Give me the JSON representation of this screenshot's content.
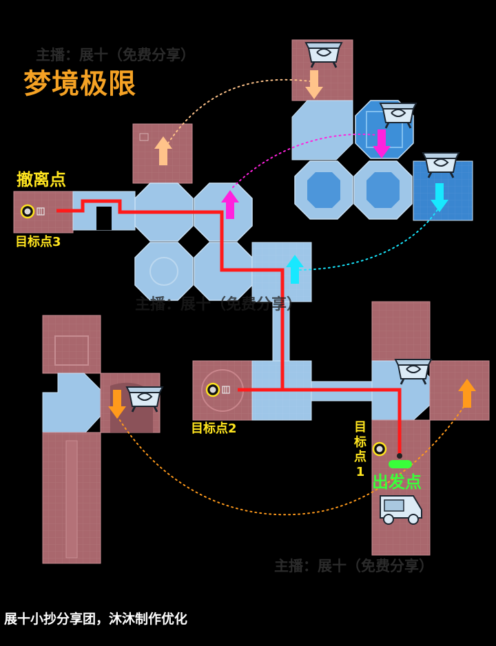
{
  "map": {
    "title": "梦境极限",
    "watermark_top": "主播：展十（免费分享）",
    "watermark_middle": "主播：展十（免费分享）",
    "watermark_bottom": "主播：展十（免费分享）",
    "credit": "展十小抄分享团，沐沐制作优化",
    "labels": {
      "evacuation": "撤离点",
      "target3": "目标点3",
      "target2": "目标点2",
      "target1": "目标点1",
      "start": "出发点"
    },
    "colors": {
      "title": "#f5a224",
      "label_yellow": "#ffe51f",
      "start_green": "#39ff3a",
      "route_red": "#ff1a1a",
      "room_blue": "#9ec6e8",
      "room_red": "#a9676d",
      "arrow_orange": "#ff9a1c",
      "arrow_peach": "#ffc38a",
      "arrow_magenta": "#ff22dd",
      "arrow_cyan": "#18e8ff"
    },
    "icons": [
      "chest-icon",
      "target-marker-icon",
      "vehicle-icon",
      "arrow-icon"
    ]
  }
}
